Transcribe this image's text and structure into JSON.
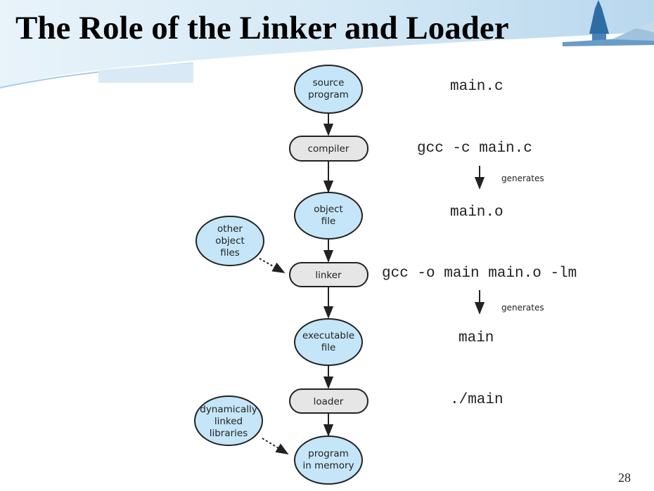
{
  "slide": {
    "title": "The Role of the Linker and Loader",
    "page_number": "28"
  },
  "colors": {
    "banner_light": "#eaf4fb",
    "banner_mid": "#bcdaf0",
    "ellipse_fill": "#c5e6f8",
    "box_fill": "#e6e6e6",
    "stroke": "#222222"
  },
  "nodes": {
    "source_program": [
      "source",
      "program"
    ],
    "compiler": "compiler",
    "object_file": [
      "object",
      "file"
    ],
    "other_object_files": [
      "other",
      "object",
      "files"
    ],
    "linker": "linker",
    "executable_file": [
      "executable",
      "file"
    ],
    "loader": "loader",
    "dynamically_linked_libraries": [
      "dynamically",
      "linked",
      "libraries"
    ],
    "program_in_memory": [
      "program",
      "in memory"
    ]
  },
  "commands": {
    "source": "main.c",
    "compile": "gcc -c main.c",
    "generates_1": "generates",
    "object": "main.o",
    "link": "gcc -o main main.o -lm",
    "generates_2": "generates",
    "executable": "main",
    "run": "./main"
  }
}
